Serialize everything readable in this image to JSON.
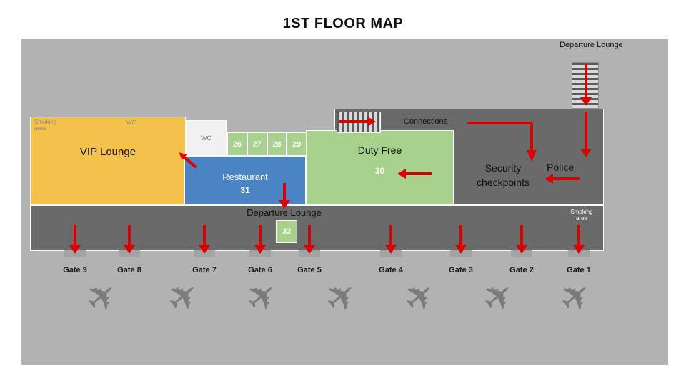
{
  "title": "1ST FLOOR MAP",
  "areas": {
    "departure_lounge_top": "Departure Lounge",
    "connections": "Connections",
    "vip_lounge": "VIP Lounge",
    "smoking_area_left": "Smoking area",
    "wc_small": "WC",
    "wc_box": "WC",
    "restaurant": "Restaurant",
    "restaurant_number": "31",
    "duty_free": "Duty Free",
    "duty_free_number": "30",
    "security_checkpoints": "Security checkpoints",
    "police": "Police",
    "departure_lounge_main": "Departure Lounge",
    "room_32": "32",
    "smoking_area_right": "Smoking area"
  },
  "rooms": [
    "26",
    "27",
    "28",
    "29"
  ],
  "gates": [
    "Gate 9",
    "Gate 8",
    "Gate 7",
    "Gate 6",
    "Gate 5",
    "Gate 4",
    "Gate 3",
    "Gate 2",
    "Gate 1"
  ],
  "icons": {
    "airplane": "✈"
  },
  "colors": {
    "background": "#b2b2b2",
    "dark_area": "#6a6a6a",
    "vip": "#f4c14b",
    "restaurant_blue": "#4a84c4",
    "green": "#a9d18e",
    "arrow_red": "#dd0000"
  }
}
